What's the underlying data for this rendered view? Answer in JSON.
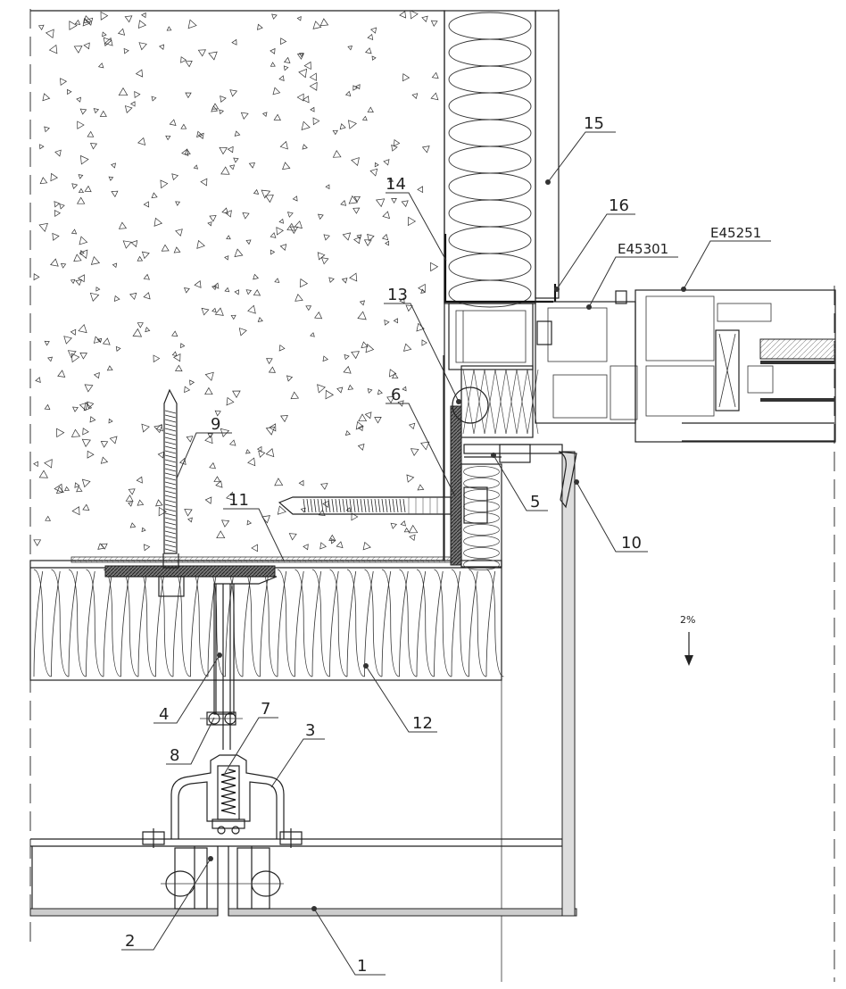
{
  "callouts": {
    "c1": "1",
    "c2": "2",
    "c3": "3",
    "c4": "4",
    "c5": "5",
    "c6": "6",
    "c7": "7",
    "c8": "8",
    "c9": "9",
    "c10": "10",
    "c11": "11",
    "c12": "12",
    "c13": "13",
    "c14": "14",
    "c15": "15",
    "c16": "16",
    "e45301": "E45301",
    "e45251": "E45251"
  },
  "slope": {
    "label": "2%"
  },
  "colors": {
    "line": "#222222",
    "hatch": "#555555",
    "background": "#ffffff"
  }
}
